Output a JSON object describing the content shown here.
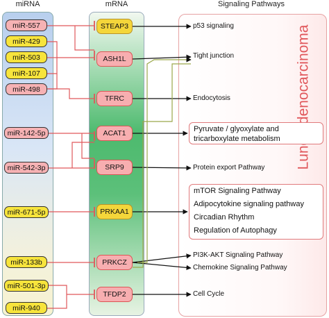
{
  "headers": {
    "mirna": "miRNA",
    "mrna": "mRNA",
    "pathways": "Signaling Pathways"
  },
  "side_label": "Lung Adenocarcinoma",
  "mirnas": [
    {
      "id": "mir557",
      "label": "miR-557",
      "color": "pink"
    },
    {
      "id": "mir429",
      "label": "miR-429",
      "color": "yellow"
    },
    {
      "id": "mir503",
      "label": "miR-503",
      "color": "yellow"
    },
    {
      "id": "mir107",
      "label": "miR-107",
      "color": "yellow"
    },
    {
      "id": "mir498",
      "label": "miR-498",
      "color": "pink"
    },
    {
      "id": "mir142",
      "label": "miR-142-5p",
      "color": "pink"
    },
    {
      "id": "mir542",
      "label": "miR-542-3p",
      "color": "pink"
    },
    {
      "id": "mir671",
      "label": "miR-671-5p",
      "color": "yellow"
    },
    {
      "id": "mir133",
      "label": "miR-133b",
      "color": "yellow"
    },
    {
      "id": "mir501",
      "label": "miR-501-3p",
      "color": "yellow"
    },
    {
      "id": "mir940",
      "label": "miR-940",
      "color": "yellow"
    }
  ],
  "mrnas": [
    {
      "id": "steap3",
      "label": "STEAP3",
      "color": "yellow"
    },
    {
      "id": "ash1l",
      "label": "ASH1L",
      "color": "pink"
    },
    {
      "id": "tfrc",
      "label": "TFRC",
      "color": "pink"
    },
    {
      "id": "acat1",
      "label": "ACAT1",
      "color": "pink"
    },
    {
      "id": "srp9",
      "label": "SRP9",
      "color": "pink"
    },
    {
      "id": "prkaa1",
      "label": "PRKAA1",
      "color": "yellow"
    },
    {
      "id": "prkcz",
      "label": "PRKCZ",
      "color": "pink"
    },
    {
      "id": "tfdp2",
      "label": "TFDP2",
      "color": "pink"
    }
  ],
  "pathways": {
    "p53": "p53 signaling",
    "tight": "Tight junction",
    "endo": "Endocytosis",
    "pyruvate_1": "Pyruvate / glyoxylate and",
    "pyruvate_2": "tricarboxylate metabolism",
    "protein_export": "Protein export Pathway",
    "mtor": "mTOR Signaling Pathway",
    "adipo": "Adipocytokine signaling pathway",
    "circadian": "Circadian Rhythm",
    "autophagy": "Regulation of Autophagy",
    "pi3k": "PI3K-AKT Signaling Pathway",
    "chemokine": "Chemokine Signaling Pathway",
    "cellcycle": "Cell Cycle"
  },
  "colors": {
    "inhibit_line": "#e0575b",
    "activate_line": "#111111",
    "cross_line": "#9aa84a",
    "mirna_panel_top": "#bcd2ee",
    "mrna_panel_mid": "#5fbf78",
    "pathway_border": "#e07a7c"
  }
}
